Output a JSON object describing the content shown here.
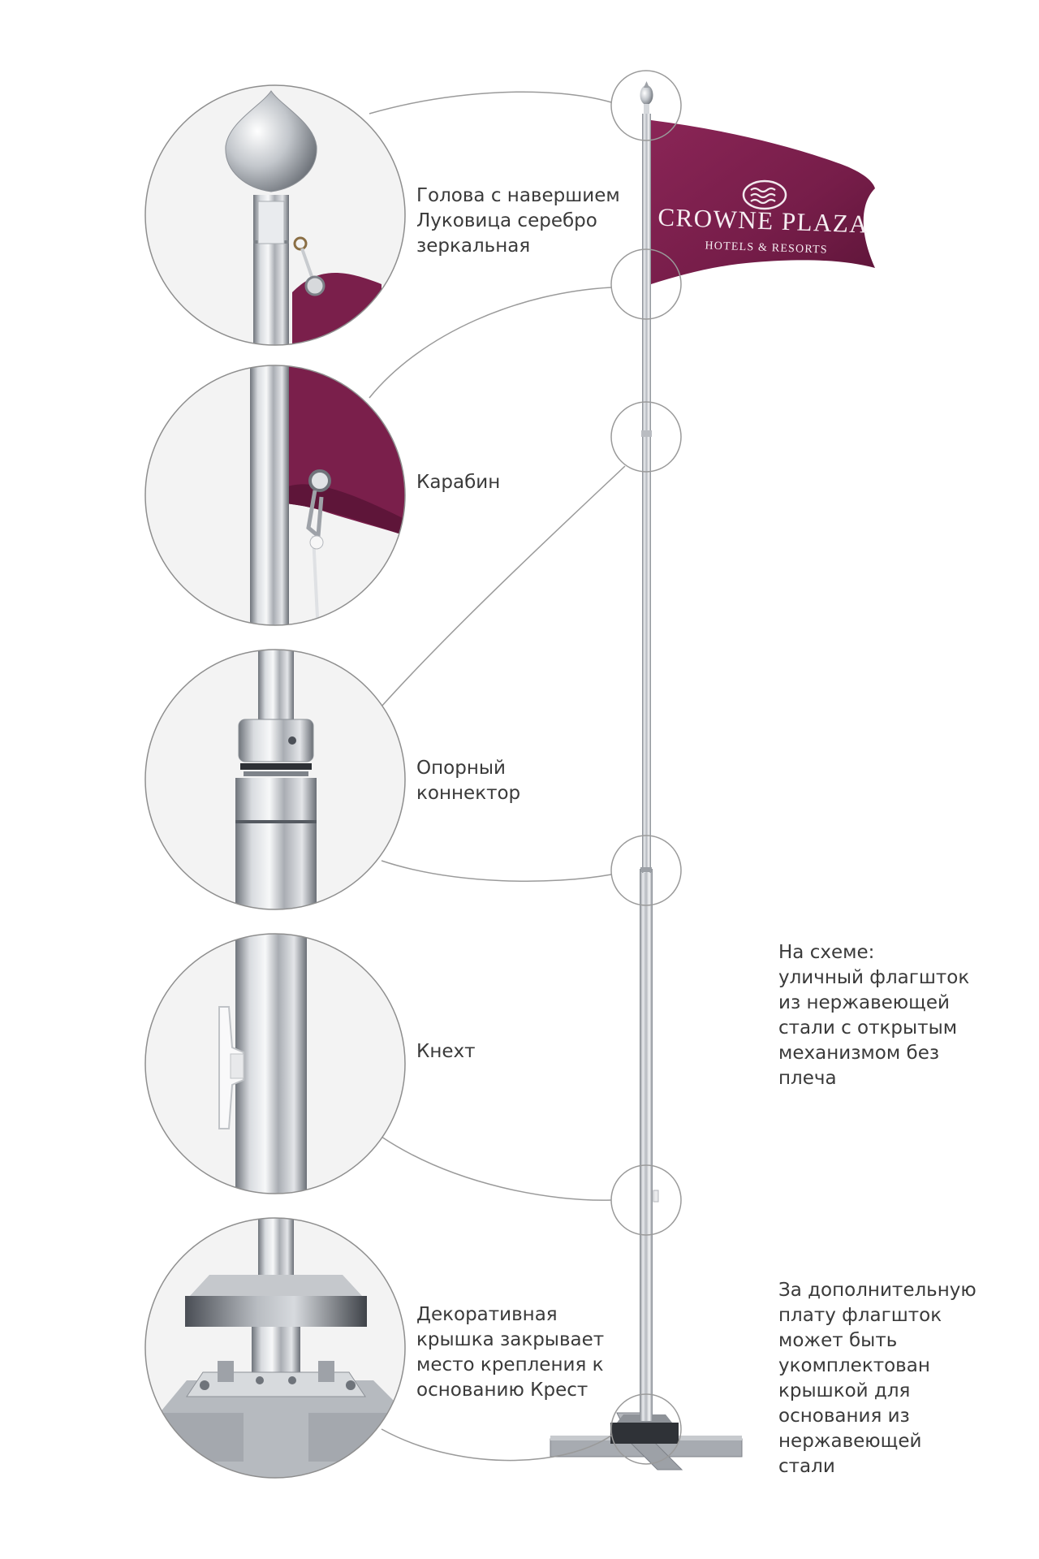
{
  "flag": {
    "brand_line1": "CROWNE PLAZA",
    "brand_line2": "HOTELS & RESORTS",
    "color": "#7a1f4b"
  },
  "parts": [
    {
      "label": "Голова с навершием\nЛуковица серебро\nзеркальная",
      "icon": "finial-icon"
    },
    {
      "label": "Карабин",
      "icon": "carabiner-icon"
    },
    {
      "label": "Опорный\nконнектор",
      "icon": "connector-icon"
    },
    {
      "label": "Кнехт",
      "icon": "cleat-icon"
    },
    {
      "label": "Декоративная\nкрышка закрывает\nместо крепления к\nоснованию Крест",
      "icon": "base-cover-icon"
    }
  ],
  "notes": {
    "scheme": "На схеме:\nуличный флагшток\nиз нержавеющей\nстали с открытым\nмеханизмом без\nплеча",
    "extra": "За дополнительную\nплату флагшток\nможет быть\nукомплектован\nкрышкой для\nоснования из\nнержавеющей\nстали"
  },
  "colors": {
    "steel": "#c9ccd0",
    "steel_dark": "#8c9097",
    "line": "#9a9a9a",
    "text": "#3a3a3a"
  }
}
